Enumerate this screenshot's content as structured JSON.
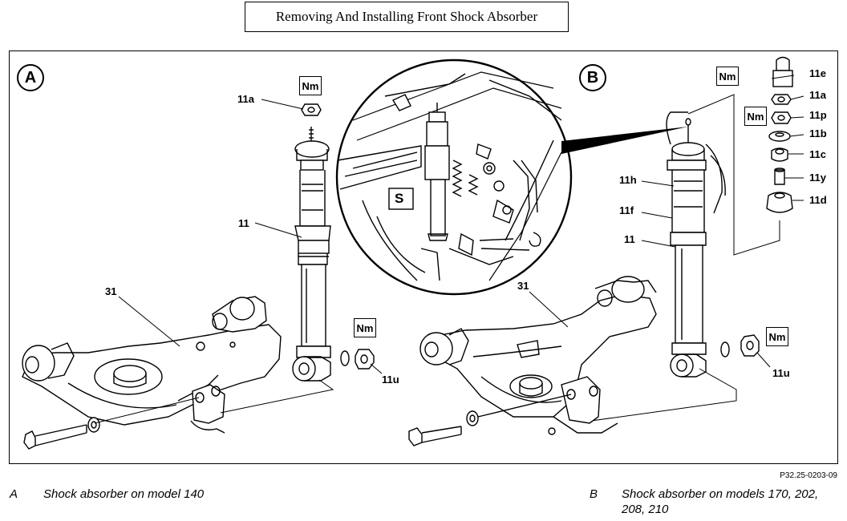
{
  "title": "Removing And Installing Front Shock Absorber",
  "panels": {
    "a": {
      "letter": "A"
    },
    "b": {
      "letter": "B"
    }
  },
  "callouts": {
    "nm": "Nm",
    "tool_symbol": "S",
    "a_11a": "11a",
    "a_11": "11",
    "a_31": "31",
    "a_11u": "11u",
    "b_11e": "11e",
    "b_11a": "11a",
    "b_11p": "11p",
    "b_11b": "11b",
    "b_11c": "11c",
    "b_11y": "11y",
    "b_11d": "11d",
    "b_11h": "11h",
    "b_11f": "11f",
    "b_11": "11",
    "b_31": "31",
    "b_11u": "11u"
  },
  "reference_code": "P32.25-0203-09",
  "captions": {
    "a_letter": "A",
    "a_text": "Shock absorber on model 140",
    "b_letter": "B",
    "b_text_line1": "Shock absorber on models 170, 202,",
    "b_text_line2": "208, 210"
  }
}
